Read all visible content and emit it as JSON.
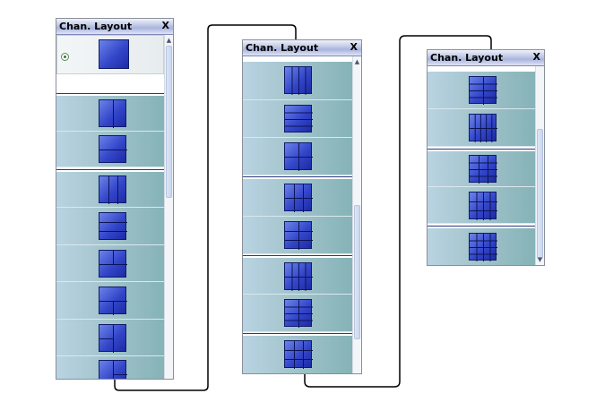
{
  "colors": {
    "titlebar_gradient": [
      "#eef2fb",
      "#a9b4de"
    ],
    "item_gradient": [
      "#b9d3e2",
      "#85b3b7"
    ],
    "icon_gradient": [
      "#6b83e8",
      "#1e2aa5"
    ],
    "separator": "#2a3a77",
    "connector": "#000000"
  },
  "panels": [
    {
      "title": "Chan. Layout",
      "close_label": "X",
      "items": [
        {
          "type": "item",
          "selected": true,
          "layout": "single-icon"
        },
        {
          "type": "separator"
        },
        {
          "type": "item",
          "layout": "split-vertical-2-icon"
        },
        {
          "type": "item",
          "layout": "split-horizontal-2-icon"
        },
        {
          "type": "separator"
        },
        {
          "type": "item",
          "layout": "split-vertical-3-icon"
        },
        {
          "type": "item",
          "layout": "split-horizontal-3-icon"
        },
        {
          "type": "item",
          "layout": "top-split-bottom-full-icon"
        },
        {
          "type": "item",
          "layout": "top-full-bottom-split-icon"
        },
        {
          "type": "item",
          "layout": "left-full-right-split-icon"
        },
        {
          "type": "item",
          "layout": "left-split-right-full-icon"
        }
      ]
    },
    {
      "title": "Chan. Layout",
      "close_label": "X",
      "items": [
        {
          "type": "item",
          "layout": "split-vertical-4-icon"
        },
        {
          "type": "item",
          "layout": "split-horizontal-4-icon"
        },
        {
          "type": "item",
          "layout": "grid-2x2-icon"
        },
        {
          "type": "separator"
        },
        {
          "type": "item",
          "layout": "grid-3x2-icon"
        },
        {
          "type": "item",
          "layout": "grid-2x3-icon"
        },
        {
          "type": "separator"
        },
        {
          "type": "item",
          "layout": "grid-4x2-icon"
        },
        {
          "type": "item",
          "layout": "grid-2x4-icon"
        },
        {
          "type": "separator"
        },
        {
          "type": "item",
          "layout": "grid-3x3-icon"
        }
      ]
    },
    {
      "title": "Chan. Layout",
      "close_label": "X",
      "items": [
        {
          "type": "item",
          "layout": "grid-2x4-icon"
        },
        {
          "type": "item",
          "layout": "grid-5x2-icon"
        },
        {
          "type": "separator"
        },
        {
          "type": "item",
          "layout": "grid-3x4-icon"
        },
        {
          "type": "item",
          "layout": "grid-4x4-icon"
        },
        {
          "type": "separator"
        },
        {
          "type": "item",
          "layout": "grid-4x4-dense-icon"
        }
      ]
    }
  ]
}
